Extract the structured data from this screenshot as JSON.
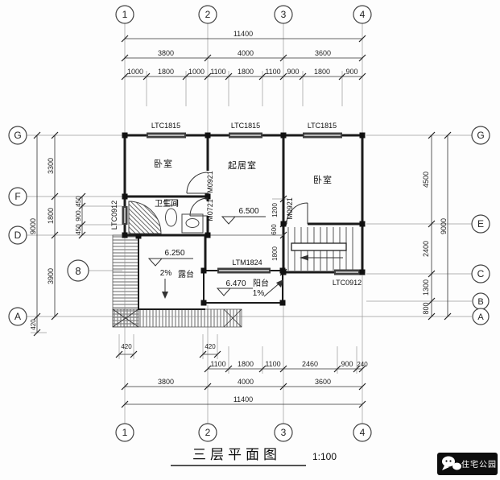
{
  "document": {
    "title": "三层平面图",
    "scale": "1:100"
  },
  "watermark": {
    "label": "住宅公园",
    "icon": "chat-bubbles-icon"
  },
  "grid_bubbles": {
    "top": [
      "1",
      "2",
      "3",
      "4"
    ],
    "bottom": [
      "1",
      "2",
      "3",
      "4"
    ],
    "left": [
      "G",
      "F",
      "D",
      "A"
    ],
    "left_mid": "8",
    "right": [
      "G",
      "E",
      "C",
      "B",
      "A"
    ]
  },
  "dimensions": {
    "top": {
      "total": "11400",
      "majors": [
        "3800",
        "4000",
        "3600"
      ],
      "minors": [
        "1000",
        "1800",
        "1000",
        "1100",
        "1800",
        "1100",
        "900",
        "1800",
        "900"
      ]
    },
    "bottom": {
      "total": "11400",
      "majors": [
        "3800",
        "4000",
        "3600"
      ],
      "minors": [
        "1100",
        "1800",
        "1100",
        "2460",
        "900",
        "240"
      ],
      "eave_offsets": [
        "420",
        "420"
      ]
    },
    "left": {
      "total": "9000",
      "majors": [
        "3300",
        "1800",
        "3900"
      ],
      "window_offsets": [
        "450",
        "900",
        "450"
      ],
      "eave_offset": "420"
    },
    "right": {
      "total": "9000",
      "majors": [
        "4500",
        "2400",
        "1300",
        "800"
      ]
    },
    "hall_vertical": [
      "1200",
      "600",
      "1800"
    ]
  },
  "rooms": {
    "bedroom_left": "卧室",
    "living_room": "起居室",
    "bedroom_right": "卧室",
    "bathroom": "卫生间",
    "terrace": {
      "label": "露台",
      "level": "6.250",
      "slope": "2%"
    },
    "balcony": {
      "label": "阳台",
      "level": "6.470",
      "slope": "1%"
    },
    "hall": {
      "level": "6.500"
    }
  },
  "openings": {
    "top_windows": [
      "LTC1815",
      "LTC1815",
      "LTC1815"
    ],
    "left_window": "LTC0912",
    "stair_window": "LTC0912",
    "balcony_door": "LTM1824",
    "door_bedroom_left": "M0921",
    "door_bathroom": "M0721",
    "door_bedroom_right": "M0921"
  }
}
